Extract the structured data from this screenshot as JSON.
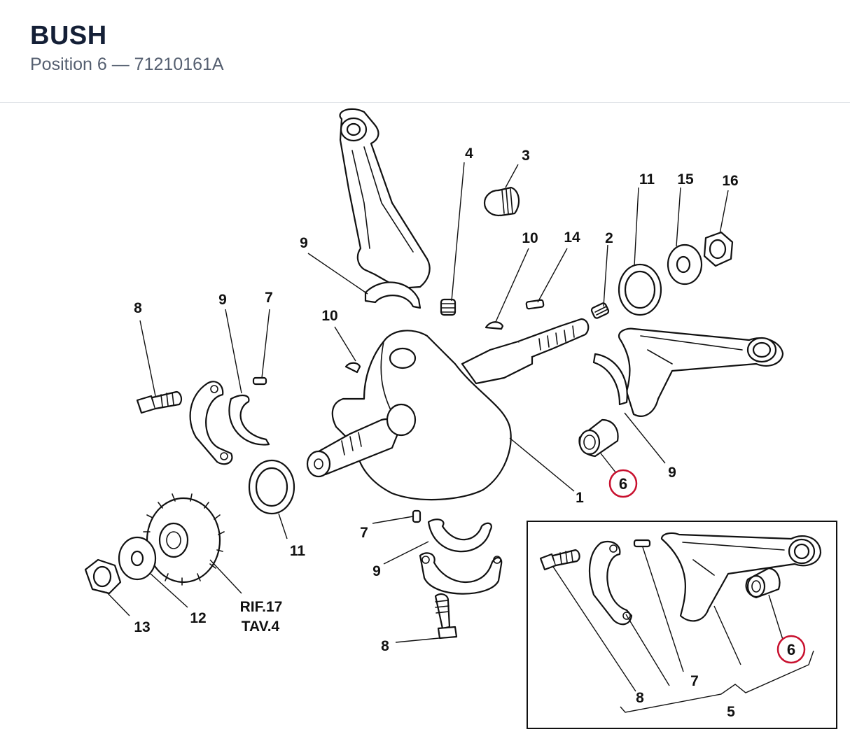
{
  "header": {
    "title": "BUSH",
    "subtitle": "Position 6 — 71210161A"
  },
  "highlight_color": "#c8102e",
  "callouts": {
    "c1": "1",
    "c2": "2",
    "c3": "3",
    "c4": "4",
    "c6_main": "6",
    "c6_inset": "6",
    "c7_a": "7",
    "c7_b": "7",
    "c7_inset": "7",
    "c8_a": "8",
    "c8_b": "8",
    "c8_inset": "8",
    "c9_a": "9",
    "c9_b": "9",
    "c9_c": "9",
    "c9_d": "9",
    "c10_a": "10",
    "c10_b": "10",
    "c11_a": "11",
    "c11_b": "11",
    "c12": "12",
    "c13": "13",
    "c14": "14",
    "c15": "15",
    "c16": "16",
    "c5_inset": "5"
  },
  "reference": {
    "line1": "RIF.17",
    "line2": "TAV.4"
  }
}
